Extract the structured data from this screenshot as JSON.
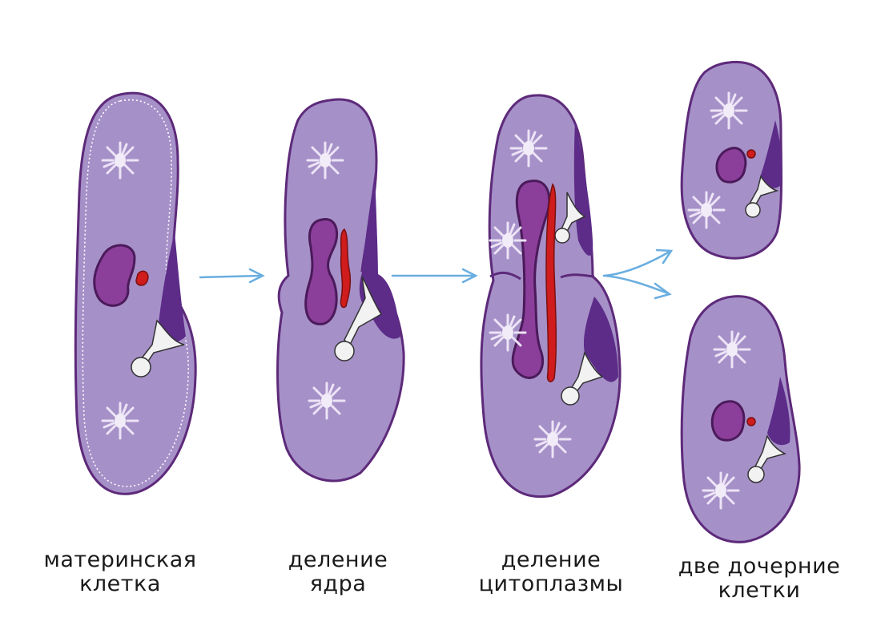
{
  "stages": [
    {
      "id": "mother-cell",
      "line1": "материнская",
      "line2": "клетка"
    },
    {
      "id": "nucleus-division",
      "line1": "деление",
      "line2": "ядра"
    },
    {
      "id": "cytoplasm-division",
      "line1": "деление",
      "line2": "цитоплазмы"
    },
    {
      "id": "two-daughter-cells",
      "line1": "две дочерние",
      "line2": "клетки"
    }
  ],
  "colors": {
    "cell_fill": "#a690c8",
    "cell_outline": "#5d2a7a",
    "oral_groove": "#5c2c88",
    "macronucleus": "#8b3f9a",
    "micronucleus": "#d01c1c",
    "vacuole_star": "#e9e0f3",
    "arrow": "#6aaee0"
  }
}
